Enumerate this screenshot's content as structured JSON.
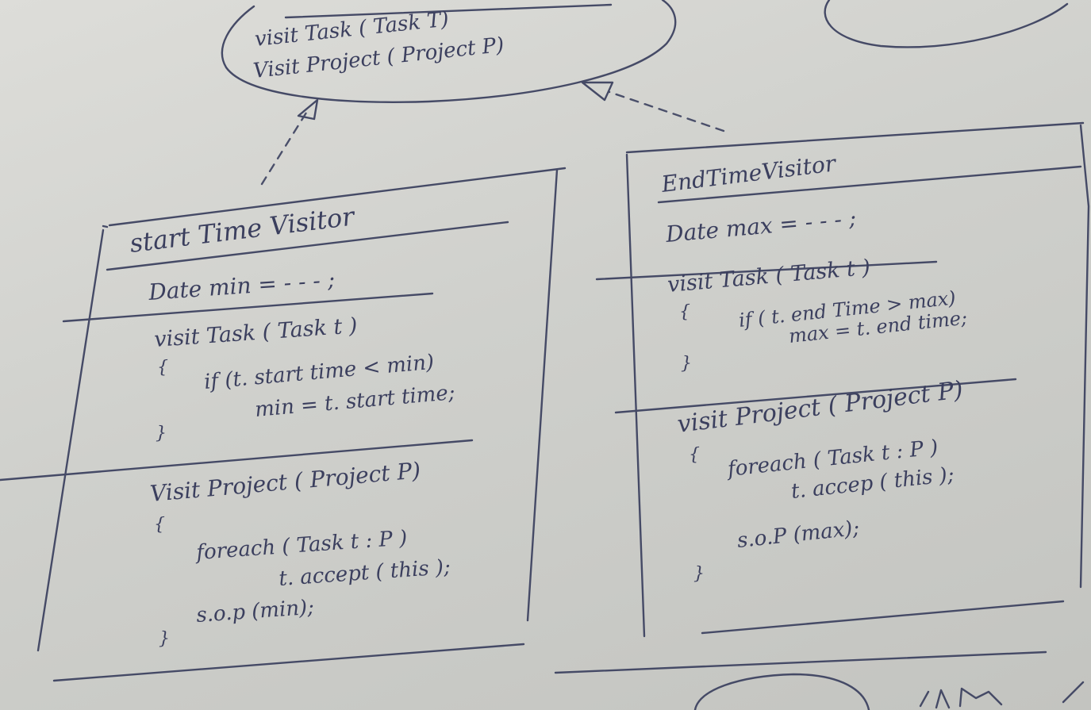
{
  "interface": {
    "methods": [
      "visit Task ( Task T)",
      "Visit Project ( Project P)"
    ]
  },
  "start_visitor": {
    "name": "start Time Visitor",
    "field": "Date   min = - - - ;",
    "visit_task": {
      "signature": "visit Task ( Task t )",
      "open": "{",
      "body": [
        "if (t. start time < min)",
        "min = t. start time;"
      ],
      "close": "}"
    },
    "visit_project": {
      "signature": "Visit Project ( Project P)",
      "open": "{",
      "body": [
        "foreach ( Task t : P )",
        "t. accept ( this );",
        "s.o.p (min);"
      ],
      "close": "}"
    }
  },
  "end_visitor": {
    "name": "EndTimeVisitor",
    "field": "Date   max = - - - ;",
    "visit_task": {
      "signature": "visit Task ( Task t )",
      "open": "{",
      "body": [
        "if ( t. end Time > max)",
        "max = t. end time;"
      ],
      "close": "}"
    },
    "visit_project": {
      "signature": "visit Project ( Project P)",
      "open": "{",
      "body": [
        "foreach ( Task t : P )",
        "t. accep ( this );",
        "s.o.P (max);"
      ],
      "close": "}"
    }
  }
}
